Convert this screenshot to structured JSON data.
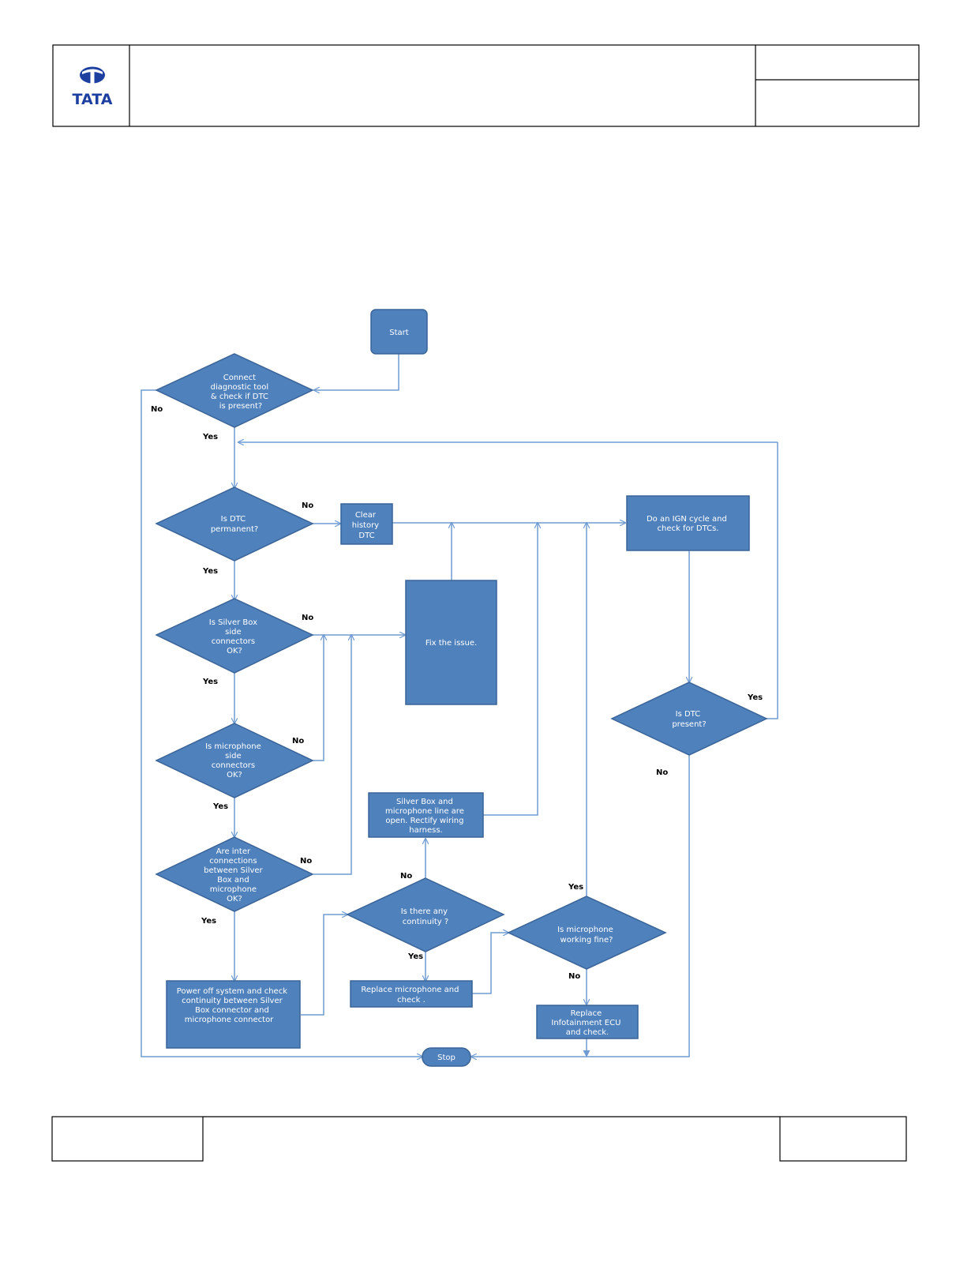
{
  "header": {
    "logo": {
      "icon": "tata-logo-icon",
      "text": "TATA",
      "color": "#1d3fa0"
    }
  },
  "colors": {
    "node_fill": "#4f81bd",
    "node_stroke": "#3a6497",
    "connector": "#6f9bd2"
  },
  "flowchart": {
    "start": "Start",
    "connect_tool": [
      "Connect",
      "diagnostic tool",
      "& check if DTC",
      "is present?"
    ],
    "is_dtc_permanent": [
      "Is DTC",
      "permanent?"
    ],
    "clear_history": [
      "Clear",
      "history",
      "DTC"
    ],
    "ign_cycle": [
      "Do an IGN cycle and",
      "check for DTCs."
    ],
    "silver_box_connectors": [
      "Is  Silver Box",
      "side",
      "connectors",
      "OK?"
    ],
    "fix_issue": "Fix the issue.",
    "microphone_connectors": [
      "Is microphone",
      "side",
      "connectors",
      "OK?"
    ],
    "is_dtc_present": [
      "Is DTC",
      "present?"
    ],
    "inter_connections": [
      "Are inter",
      "connections",
      "between Silver",
      "Box and",
      "microphone",
      "OK?"
    ],
    "line_open": [
      "Silver Box and",
      "microphone line are",
      "open. Rectify  wiring",
      "harness."
    ],
    "any_continuity": [
      "Is there any",
      "continuity ?"
    ],
    "microphone_working": [
      "Is microphone",
      "working fine?"
    ],
    "power_off": [
      "Power off system and check",
      "continuity between Silver",
      "Box connector and",
      "microphone connector"
    ],
    "replace_microphone": [
      "Replace microphone and",
      "check ."
    ],
    "replace_ecu": [
      "Replace",
      "Infotainment ECU",
      "and check."
    ],
    "stop": "Stop",
    "labels": {
      "connect_no": "No",
      "connect_yes": "Yes",
      "permanent_no": "No",
      "permanent_yes": "Yes",
      "silver_no": "No",
      "silver_yes": "Yes",
      "mic_no": "No",
      "mic_yes": "Yes",
      "inter_no": "No",
      "inter_yes": "Yes",
      "continuity_no": "No",
      "continuity_yes": "Yes",
      "working_yes": "Yes",
      "working_no": "No",
      "dtc_present_yes": "Yes",
      "dtc_present_no": "No"
    }
  }
}
